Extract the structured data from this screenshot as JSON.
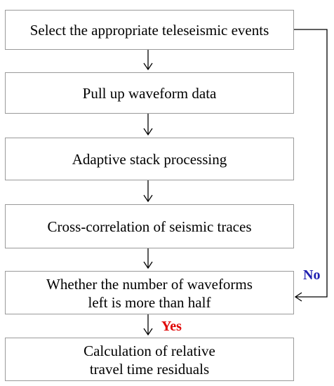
{
  "steps": [
    {
      "lines": [
        "Select the appropriate teleseismic events"
      ]
    },
    {
      "lines": [
        "Pull up waveform data"
      ]
    },
    {
      "lines": [
        "Adaptive stack processing"
      ]
    },
    {
      "lines": [
        "Cross-correlation of seismic traces"
      ]
    },
    {
      "lines": [
        "Whether the number of waveforms",
        "left is more than half"
      ]
    },
    {
      "lines": [
        "Calculation of relative",
        "travel time residuals"
      ]
    }
  ],
  "labels": {
    "no": "No",
    "yes": "Yes"
  },
  "colors": {
    "no": "#1f1fb0",
    "yes": "#e00000",
    "box_border": "#9a9a9a",
    "line": "#000000"
  }
}
